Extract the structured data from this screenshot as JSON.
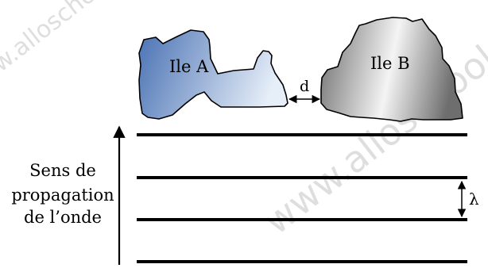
{
  "diagram": {
    "island_a_label": "Ile A",
    "island_b_label": "Ile B",
    "gap_label": "d",
    "direction_label": [
      "Sens de",
      "propagation",
      "de l’onde"
    ],
    "wavelength_label": "λ"
  },
  "watermark": {
    "text": "www.alloschool.com"
  },
  "colors": {
    "island_a_dark": "#4a72b4",
    "island_a_light": "#e6eef8",
    "island_b_dark": "#6e6e6e",
    "island_b_light": "#f4f4f4",
    "line": "#000000"
  }
}
